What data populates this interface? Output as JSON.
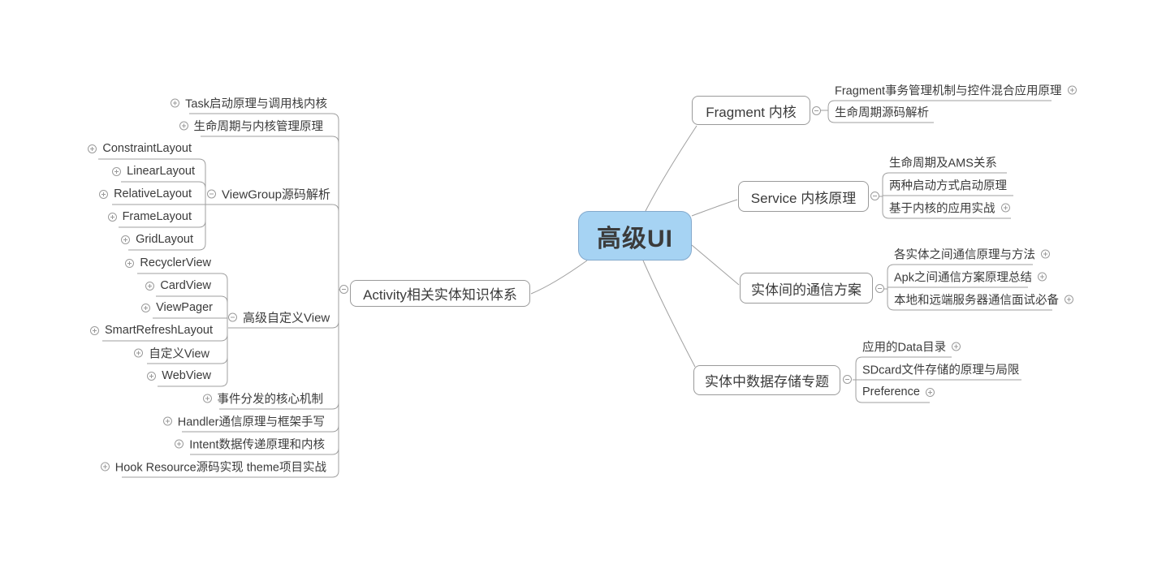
{
  "root": {
    "label": "高级UI"
  },
  "colors": {
    "root_fill": "#a6d3f3",
    "root_border": "#84a9cc",
    "topic_border": "#9a9a9a",
    "line": "#9f9f9f",
    "text": "#3b3b3b"
  },
  "left_branch": {
    "label": "Activity相关实体知识体系",
    "top_leaves": [
      {
        "label": "Task启动原理与调用栈内核"
      },
      {
        "label": "生命周期与内核管理原理"
      }
    ],
    "viewgroup_group": {
      "label": "ViewGroup源码解析",
      "children": [
        {
          "label": "ConstraintLayout"
        },
        {
          "label": "LinearLayout"
        },
        {
          "label": "RelativeLayout"
        },
        {
          "label": "FrameLayout"
        },
        {
          "label": "GridLayout"
        }
      ]
    },
    "customview_group": {
      "label": "高级自定义View",
      "children": [
        {
          "label": "RecyclerView"
        },
        {
          "label": "CardView"
        },
        {
          "label": "ViewPager"
        },
        {
          "label": "SmartRefreshLayout"
        },
        {
          "label": "自定义View"
        },
        {
          "label": "WebView"
        }
      ]
    },
    "bottom_leaves": [
      {
        "label": "事件分发的核心机制"
      },
      {
        "label": "Handler通信原理与框架手写"
      },
      {
        "label": "Intent数据传递原理和内核"
      },
      {
        "label": "Hook Resource源码实现 theme项目实战"
      }
    ]
  },
  "right_branches": [
    {
      "label": "Fragment 内核",
      "children": [
        {
          "label": "Fragment事务管理机制与控件混合应用原理"
        },
        {
          "label": "生命周期源码解析"
        }
      ]
    },
    {
      "label": "Service 内核原理",
      "children": [
        {
          "label": "生命周期及AMS关系"
        },
        {
          "label": "两种启动方式启动原理"
        },
        {
          "label": "基于内核的应用实战"
        }
      ]
    },
    {
      "label": "实体间的通信方案",
      "children": [
        {
          "label": "各实体之间通信原理与方法"
        },
        {
          "label": "Apk之间通信方案原理总结"
        },
        {
          "label": "本地和远端服务器通信面试必备"
        }
      ]
    },
    {
      "label": "实体中数据存储专题",
      "children": [
        {
          "label": "应用的Data目录"
        },
        {
          "label": "SDcard文件存储的原理与局限"
        },
        {
          "label": "Preference"
        }
      ]
    }
  ]
}
